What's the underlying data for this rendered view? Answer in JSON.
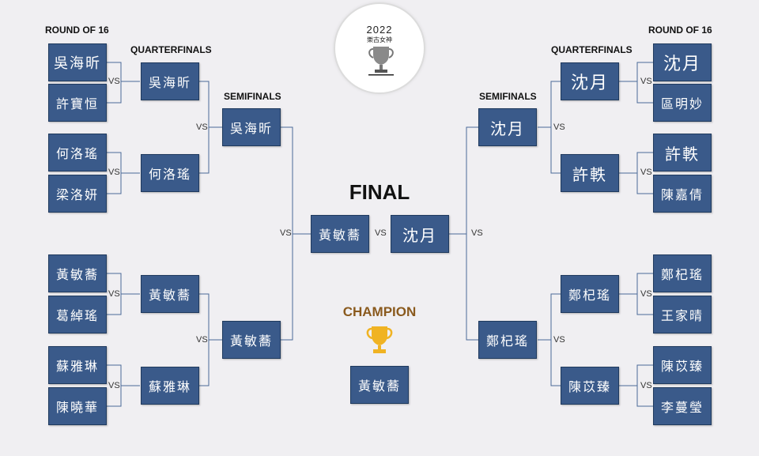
{
  "logo": {
    "year": "2022",
    "title": "樂古女神"
  },
  "headers": {
    "round_of_16": "ROUND OF 16",
    "quarterfinals": "QUARTERFINALS",
    "semifinals": "SEMIFINALS",
    "final": "FINAL",
    "champion": "CHAMPION"
  },
  "vs": "VS",
  "left": {
    "round_of_16": [
      "吳海昕",
      "許寶恒",
      "何洛瑤",
      "梁洛妍",
      "黃敏蕎",
      "葛綽瑤",
      "蘇雅琳",
      "陳曉華"
    ],
    "quarterfinals": [
      "吳海昕",
      "何洛瑤",
      "黃敏蕎",
      "蘇雅琳"
    ],
    "semifinals": [
      "吳海昕",
      "黃敏蕎"
    ]
  },
  "right": {
    "round_of_16": [
      "沈月",
      "區明妙",
      "許軼",
      "陳嘉倩",
      "鄭杞瑤",
      "王家晴",
      "陳苡臻",
      "李蔓瑩"
    ],
    "quarterfinals": [
      "沈月",
      "許軼",
      "鄭杞瑤",
      "陳苡臻"
    ],
    "semifinals": [
      "沈月",
      "鄭杞瑤"
    ]
  },
  "final_match": {
    "left": "黃敏蕎",
    "right": "沈月"
  },
  "champion": "黃敏蕎",
  "colors": {
    "box": "#3a5a8a",
    "line": "#4a6a98",
    "champion_text": "#8a5a1e",
    "trophy": "#f0b323"
  }
}
